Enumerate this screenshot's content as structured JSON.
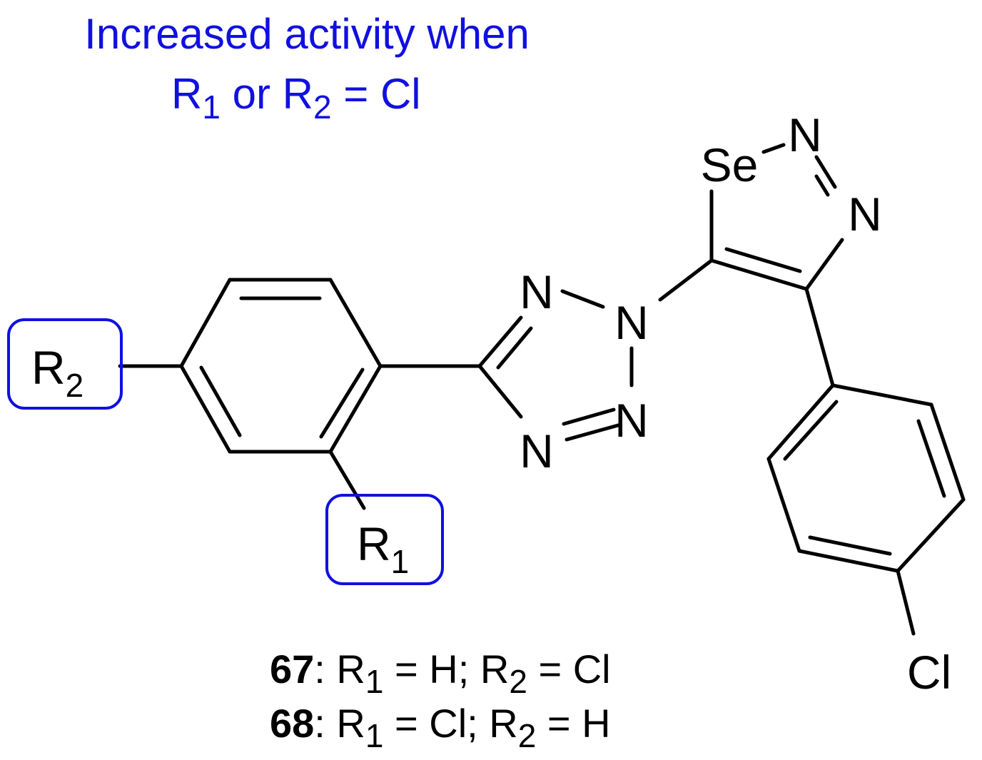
{
  "annotation": {
    "line1": "Increased activity when",
    "line2_r1": "R",
    "line2_r1_sub": "1",
    "line2_or": " or ",
    "line2_r2": "R",
    "line2_r2_sub": "2",
    "line2_tail": " = Cl",
    "color": "#1010e0"
  },
  "atoms": {
    "se": "Se",
    "n_sel_1": "N",
    "n_sel_2": "N",
    "n_tz_top": "N",
    "n_tz_link": "N",
    "n_tz_right": "N",
    "n_tz_bottom": "N",
    "cl": "Cl",
    "r2": "R",
    "r2_sub": "2",
    "r1": "R",
    "r1_sub": "1"
  },
  "captions": [
    {
      "id": "67",
      "r1_label": "R",
      "r1_sub": "1",
      "r1_val": " = H; ",
      "r2_label": "R",
      "r2_sub": "2",
      "r2_val": " = Cl"
    },
    {
      "id": "68",
      "r1_label": "R",
      "r1_sub": "1",
      "r1_val": " = Cl; ",
      "r2_label": "R",
      "r2_sub": "2",
      "r2_val": " = H"
    }
  ]
}
